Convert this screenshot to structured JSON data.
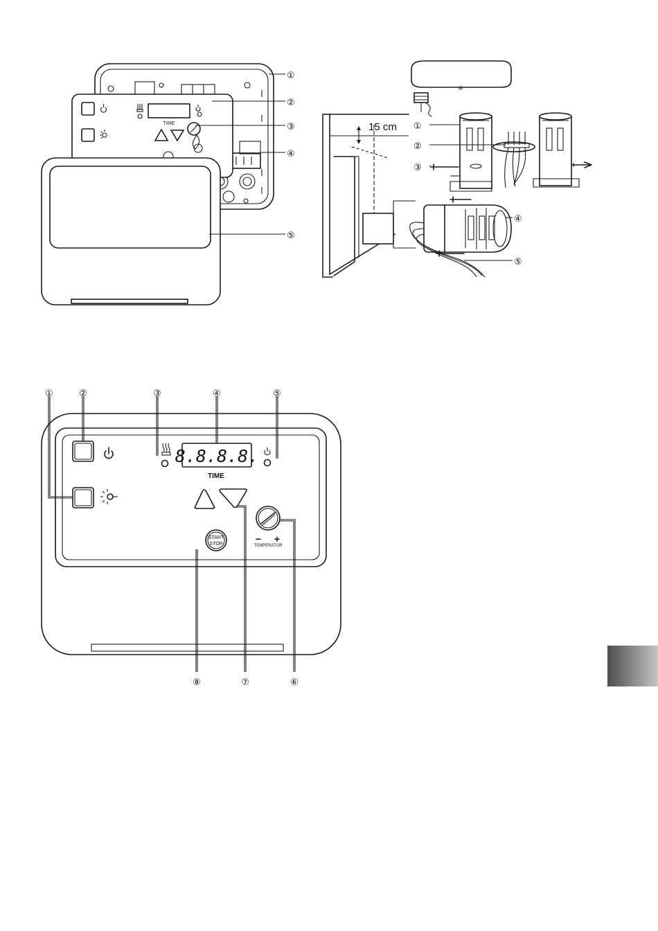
{
  "top_left_figure": {
    "callouts": [
      "①",
      "②",
      "③",
      "④",
      "⑤"
    ],
    "panel_time_label": "TIME"
  },
  "top_right_figure": {
    "distance_label": "15 cm",
    "callouts": [
      "①",
      "②",
      "③",
      "④",
      "⑤"
    ]
  },
  "bottom_figure": {
    "top_callouts": [
      "①",
      "②",
      "③",
      "④",
      "⑤"
    ],
    "bottom_callouts": [
      "⑧",
      "⑦",
      "⑥"
    ],
    "display_digits": "8.8.8.8.",
    "time_label": "TIME",
    "start_label": "START",
    "stop_label": "STOP",
    "minus_label": "−",
    "plus_label": "+",
    "temperature_label": "TEMPERATUR"
  },
  "colors": {
    "line": "#1a1a1a",
    "side_tab_dark": "#5a5a5a",
    "side_tab_light": "#b8b8b8"
  }
}
